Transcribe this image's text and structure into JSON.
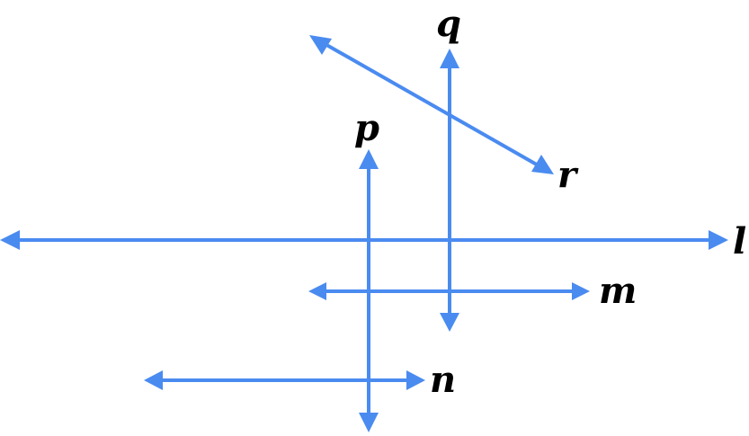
{
  "diagram": {
    "stroke_color": "#4A8BF0",
    "label_color": "#000000",
    "lines": [
      {
        "id": "l",
        "label": "l",
        "orientation": "horizontal",
        "arrow_ends": "both"
      },
      {
        "id": "m",
        "label": "m",
        "orientation": "horizontal",
        "arrow_ends": "both"
      },
      {
        "id": "n",
        "label": "n",
        "orientation": "horizontal",
        "arrow_ends": "both"
      },
      {
        "id": "p",
        "label": "p",
        "orientation": "vertical",
        "arrow_ends": "both"
      },
      {
        "id": "q",
        "label": "q",
        "orientation": "vertical",
        "arrow_ends": "both"
      },
      {
        "id": "r",
        "label": "r",
        "orientation": "oblique",
        "arrow_ends": "both"
      }
    ]
  }
}
